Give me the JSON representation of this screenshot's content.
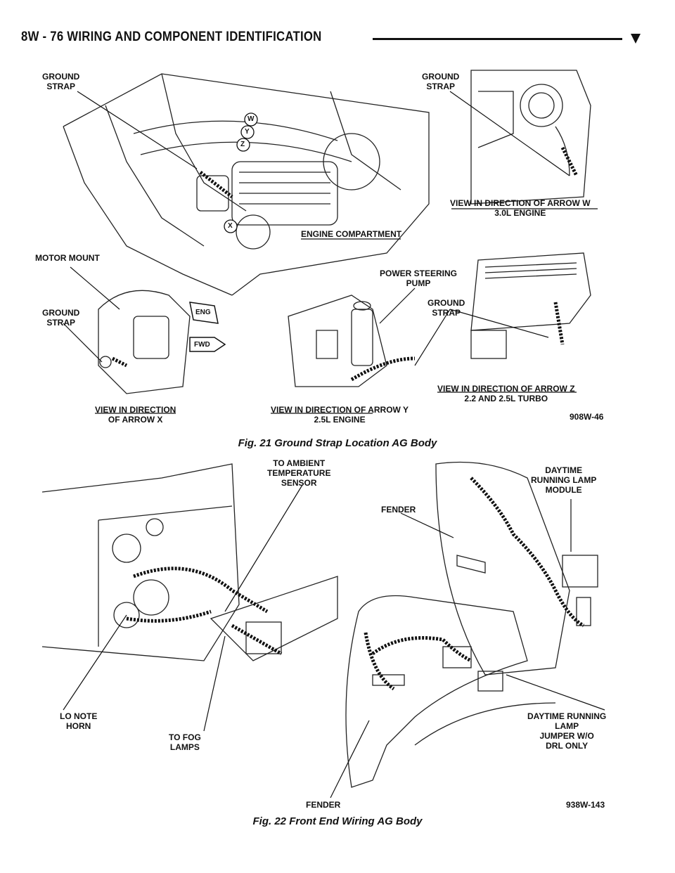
{
  "header": {
    "title": "8W - 76     WIRING AND COMPONENT IDENTIFICATION"
  },
  "figure1": {
    "labels": {
      "ground_strap_a": "GROUND\nSTRAP",
      "ground_strap_b": "GROUND\nSTRAP",
      "ground_strap_c": "GROUND\nSTRAP",
      "ground_strap_d": "GROUND\nSTRAP",
      "motor_mount": "MOTOR MOUNT",
      "power_steering_pump": "POWER STEERING\nPUMP",
      "engine_compartment": "ENGINE COMPARTMENT",
      "view_w": "VIEW IN DIRECTION OF ARROW W\n3.0L ENGINE",
      "view_x": "VIEW IN DIRECTION\nOF ARROW X",
      "view_y": "VIEW IN DIRECTION OF ARROW Y\n2.5L ENGINE",
      "view_z": "VIEW IN DIRECTION OF ARROW Z\n2.2 AND 2.5L TURBO",
      "arrow_w": "W",
      "arrow_x": "X",
      "arrow_y": "Y",
      "arrow_z": "Z",
      "eng_tag": "ENG",
      "fwd_tag": "FWD"
    },
    "code": "908W-46",
    "caption": "Fig. 21 Ground Strap Location AG Body"
  },
  "figure2": {
    "labels": {
      "ambient_sensor": "TO AMBIENT\nTEMPERATURE\nSENSOR",
      "drl_module": "DAYTIME\nRUNNING LAMP\nMODULE",
      "fender_top": "FENDER",
      "fender_bottom": "FENDER",
      "lo_note_horn": "LO NOTE\nHORN",
      "fog_lamps": "TO FOG\nLAMPS",
      "drl_jumper": "DAYTIME RUNNING\nLAMP\nJUMPER W/O\nDRL ONLY"
    },
    "code": "938W-143",
    "caption": "Fig. 22 Front End Wiring AG Body"
  }
}
